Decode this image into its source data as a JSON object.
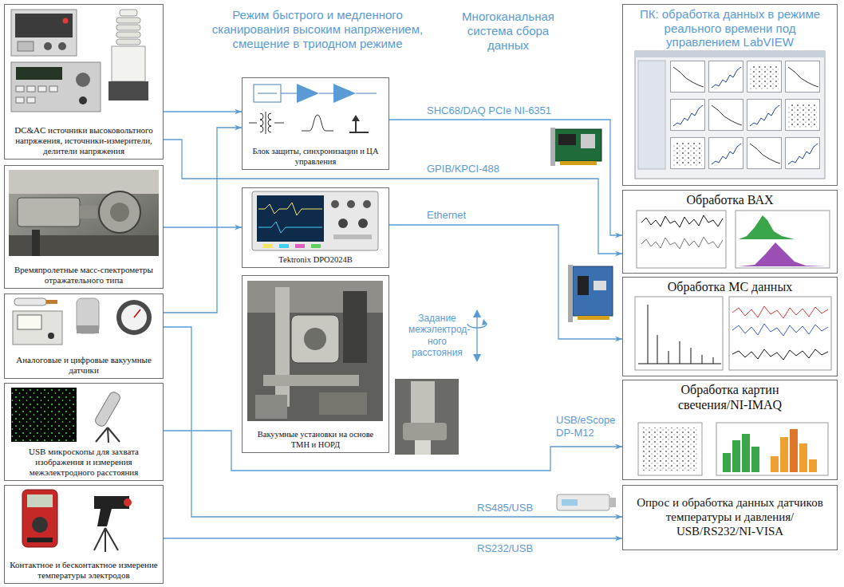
{
  "diagram": {
    "nodes": [
      {
        "text": [
          "DC&AC источники высоковольтного напряжения, источники-измерители, делители напряжения"
        ]
      },
      {
        "text": [
          "Времяпролетные масс-спектрометры отражательного типа"
        ]
      },
      {
        "text": [
          "Аналоговые и цифровые вакуумные датчики"
        ]
      },
      {
        "text": [
          "USB микроскопы для захвата изображения и измерения межэлектродного расстояния"
        ]
      },
      {
        "text": [
          "Контактное и бесконтактное измерение температуры электродов"
        ]
      },
      {
        "text": [
          "Блок защиты, синхронизации и ЦА управления"
        ]
      },
      {
        "text": [
          "Tektronix DPO2024B"
        ]
      },
      {
        "text": [
          "Вакуумные установки на основе ТМН и НОРД"
        ]
      },
      {
        "text": [
          "ПК: обработка данных в режиме реального времени под управлением LabVIEW"
        ]
      },
      {
        "text": [
          "Обработка ВАХ"
        ]
      },
      {
        "text": [
          "Обработка МС данных"
        ]
      },
      {
        "text": [
          "Обработка картин свечения/NI-IMAQ"
        ]
      },
      {
        "text": [
          "Опрос и обработка данных датчиков температуры и давления/ USB/RS232/NI-VISA"
        ]
      }
    ],
    "edges": [
      {
        "from": 0,
        "to": 5,
        "arrow": "to"
      },
      {
        "from": 2,
        "to": 5,
        "arrow": "to"
      },
      {
        "from": 5,
        "to": 9,
        "label": "SHC68/DAQ PCIe NI-6351",
        "arrow": "to"
      },
      {
        "from": 0,
        "to": 9,
        "label": "GPIB/KPCI-488",
        "arrow": "to"
      },
      {
        "from": 1,
        "to": 6,
        "arrow": "to"
      },
      {
        "from": 6,
        "to": 10,
        "label": "Ethernet",
        "arrow": "to"
      },
      {
        "from": 3,
        "to": 11,
        "label": "USB/eScope DP-M12",
        "arrow": "to"
      },
      {
        "from": 2,
        "to": 12,
        "label": "RS485/USB",
        "arrow": "to"
      },
      {
        "from": 4,
        "to": 12,
        "label": "RS232/USB",
        "arrow": "to"
      }
    ],
    "labels": [
      "Режим быстрого и медленного сканирования высоким напряжением, смещение в триодном режиме",
      "Многоканальная система сбора данных",
      "Задание межэлектрод-ного расстояния"
    ]
  }
}
